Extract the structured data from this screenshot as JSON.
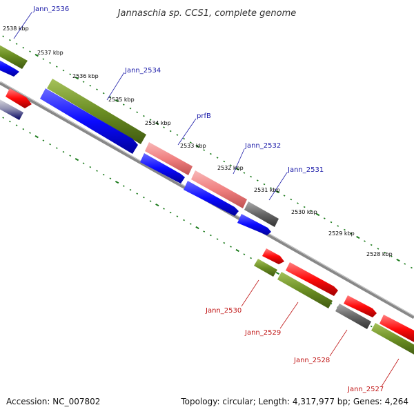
{
  "title": "Jannaschia sp. CCS1, complete genome",
  "footer": {
    "accession": "Accession: NC_007802",
    "topology": "Topology: circular; Length: 4,317,977 bp; Genes: 4,264"
  },
  "kbp_labels": [
    "2538 kbp",
    "2537 kbp",
    "2536 kbp",
    "2535 kbp",
    "2534 kbp",
    "2533 kbp",
    "2532 kbp",
    "2531 kbp",
    "2530 kbp",
    "2529 kbp",
    "2528 kbp"
  ],
  "top_gene_labels": [
    "Jann_2536",
    "Jann_2534",
    "prfB",
    "Jann_2532",
    "Jann_2531"
  ],
  "bottom_gene_labels": [
    "Jann_2530",
    "Jann_2529",
    "Jann_2528",
    "Jann_2527"
  ],
  "colors": {
    "cds_forward": "#0a0aff",
    "gene_olive": "#6b8e23",
    "gene_red": "#ff0a0a",
    "gene_pink": "#f08080",
    "gene_gray": "#666666",
    "tick_green": "#1a7a1a",
    "backbone": "#888888"
  }
}
